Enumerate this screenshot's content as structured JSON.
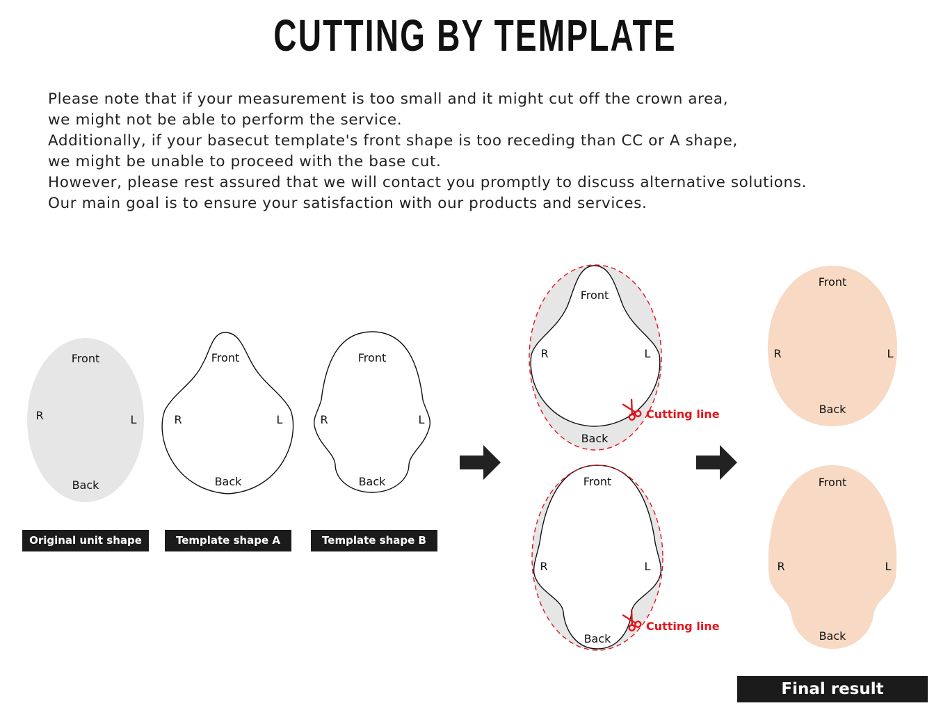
{
  "title": "CUTTING BY TEMPLATE",
  "notes": [
    "Please note that if your measurement is too small and it might cut off the crown area,",
    "we might not be able to perform the service.",
    "Additionally, if your basecut template's front shape is too receding than CC or A shape,",
    "we might be unable to proceed with the base cut.",
    "However, please rest assured that we will contact you promptly to discuss alternative solutions.",
    "Our main goal is to ensure your satisfaction with our products and services."
  ],
  "labels": {
    "front": "Front",
    "back": "Back",
    "right": "R",
    "left": "L"
  },
  "captions": {
    "original": "Original unit shape",
    "template_a": "Template shape A",
    "template_b": "Template shape B",
    "final": "Final result"
  },
  "cutting_line": "Cutting line",
  "colors": {
    "unit_fill": "#e6e6e6",
    "final_fill": "#f7d9c4",
    "cut_red": "#e3141b",
    "caption_bg": "#1b1b1b"
  }
}
